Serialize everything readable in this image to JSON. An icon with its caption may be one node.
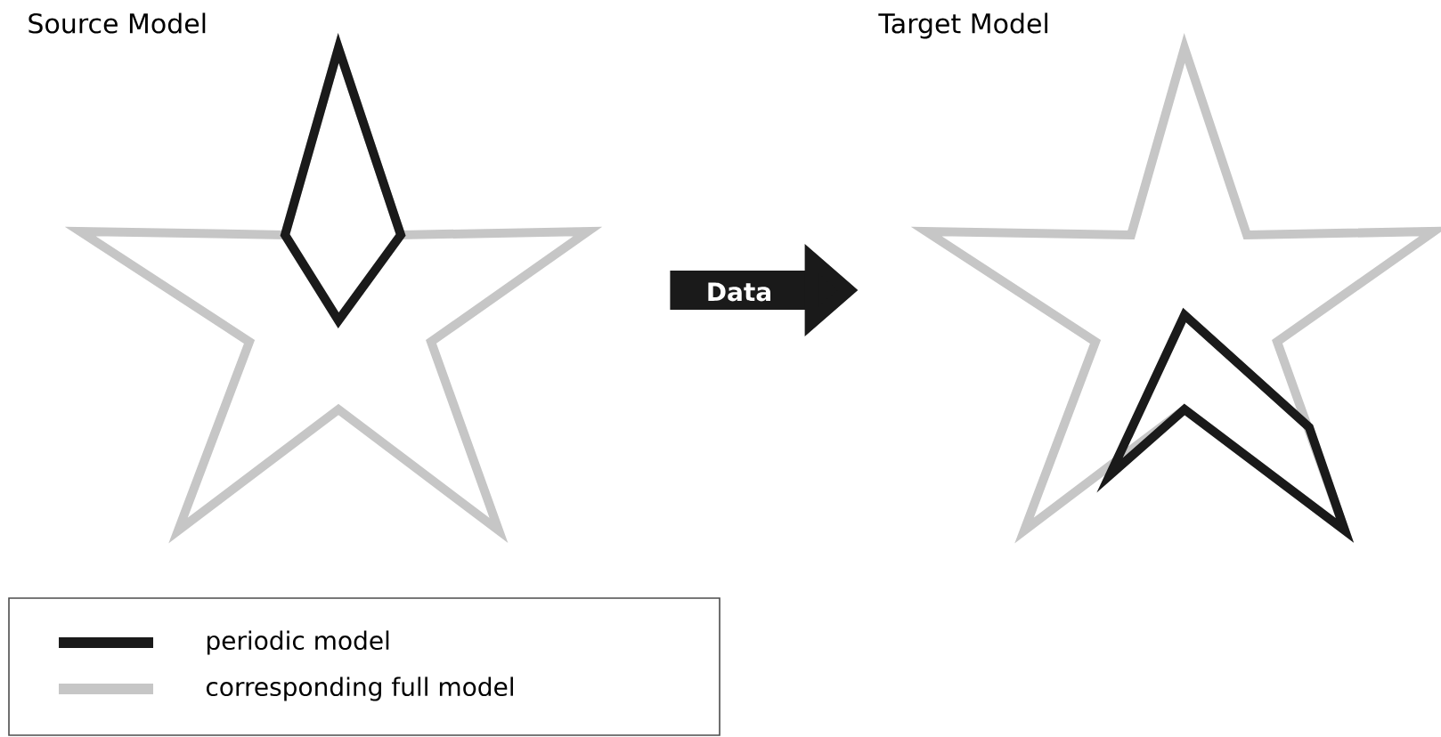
{
  "diagram": {
    "nodes": [
      {
        "text": [
          "Source Model"
        ]
      },
      {
        "text": [
          "Target Model"
        ]
      }
    ],
    "edges": [
      {
        "from": 0,
        "to": 1,
        "arrow": "to",
        "label": "Data"
      }
    ],
    "legend": [
      {
        "text": "periodic model"
      },
      {
        "text": "corresponding full model"
      }
    ]
  }
}
